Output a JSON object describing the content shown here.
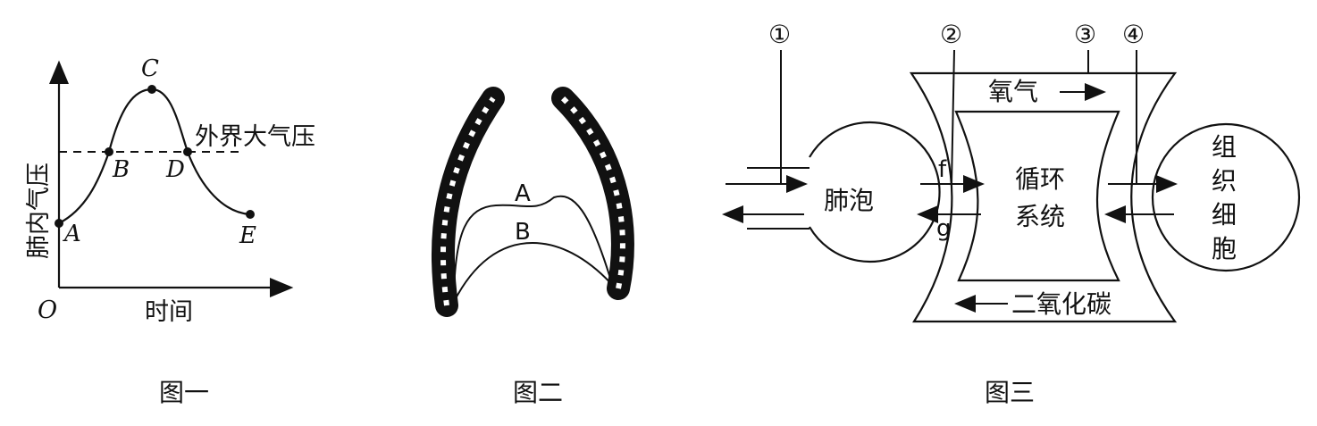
{
  "figure1": {
    "caption": "图一",
    "ylabel": "肺内气压",
    "xlabel": "时间",
    "origin": "O",
    "ref_label": "外界大气压",
    "points": [
      "A",
      "B",
      "C",
      "D",
      "E"
    ]
  },
  "figure2": {
    "caption": "图二",
    "label_a": "A",
    "label_b": "B"
  },
  "figure3": {
    "caption": "图三",
    "numbers": [
      "①",
      "②",
      "③",
      "④"
    ],
    "alveoli": "肺泡",
    "circ_1": "循环",
    "circ_2": "系统",
    "tissue": [
      "组",
      "织",
      "细",
      "胞"
    ],
    "oxygen": "氧气",
    "co2": "二氧化碳",
    "f": "f",
    "g": "g"
  }
}
